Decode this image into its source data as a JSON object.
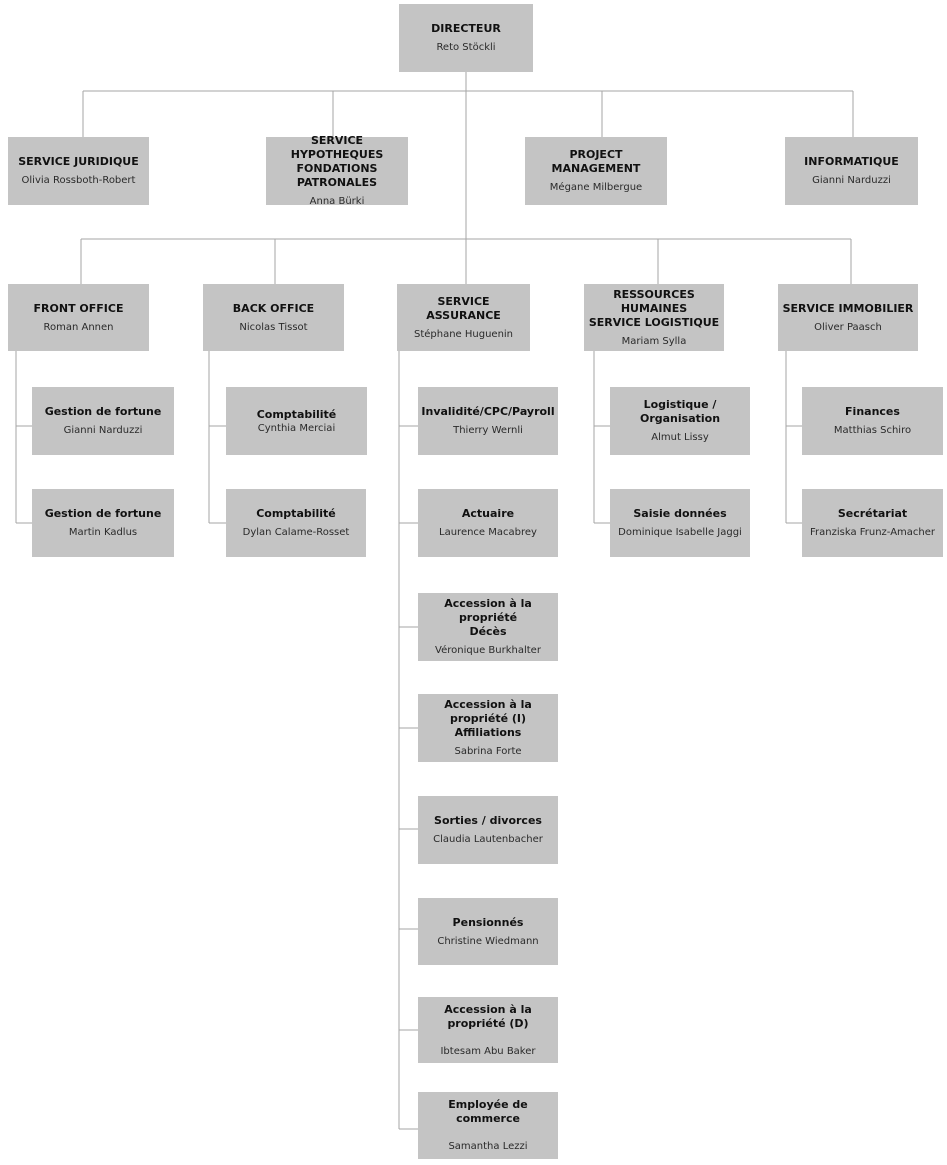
{
  "chart_data": {
    "type": "org-chart",
    "root": {
      "title": "DIRECTEUR",
      "name": "Reto Stöckli"
    },
    "staff_units": [
      {
        "title": "SERVICE JURIDIQUE",
        "name": "Olivia Rossboth-Robert"
      },
      {
        "title": "SERVICE HYPOTHEQUES\nFONDATIONS PATRONALES",
        "name": "Anna Bürki"
      },
      {
        "title": "PROJECT MANAGEMENT",
        "name": "Mégane Milbergue"
      },
      {
        "title": "INFORMATIQUE",
        "name": "Gianni Narduzzi"
      }
    ],
    "departments": [
      {
        "title": "FRONT OFFICE",
        "name": "Roman Annen",
        "children": [
          {
            "title": "Gestion de fortune",
            "name": "Gianni Narduzzi"
          },
          {
            "title": "Gestion de fortune",
            "name": "Martin Kadlus"
          }
        ]
      },
      {
        "title": "BACK OFFICE",
        "name": "Nicolas Tissot",
        "children": [
          {
            "title": "Comptabilité",
            "name": "Cynthia Merciai"
          },
          {
            "title": "Comptabilité",
            "name": "Dylan Calame-Rosset"
          }
        ]
      },
      {
        "title": "SERVICE ASSURANCE",
        "name": "Stéphane Huguenin",
        "children": [
          {
            "title": "Invalidité/CPC/Payroll",
            "name": "Thierry Wernli"
          },
          {
            "title": "Actuaire",
            "name": "Laurence Macabrey"
          },
          {
            "title": "Accession à la propriété\nDécès",
            "name": "Véronique Burkhalter"
          },
          {
            "title": "Accession à la propriété (I)\nAffiliations",
            "name": "Sabrina Forte"
          },
          {
            "title": "Sorties / divorces",
            "name": "Claudia Lautenbacher"
          },
          {
            "title": "Pensionnés",
            "name": "Christine Wiedmann"
          },
          {
            "title": "Accession à la propriété (D)",
            "name": "Ibtesam Abu Baker"
          },
          {
            "title": "Employée de commerce",
            "name": "Samantha Lezzi"
          }
        ]
      },
      {
        "title": "RESSOURCES HUMAINES\nSERVICE LOGISTIQUE",
        "name": "Mariam Sylla",
        "children": [
          {
            "title": "Logistique / Organisation",
            "name": "Almut Lissy"
          },
          {
            "title": "Saisie données",
            "name": "Dominique Isabelle Jaggi"
          }
        ]
      },
      {
        "title": "SERVICE IMMOBILIER",
        "name": "Oliver Paasch",
        "children": [
          {
            "title": "Finances",
            "name": "Matthias Schiro"
          },
          {
            "title": "Secrétariat",
            "name": "Franziska Frunz-Amacher"
          }
        ]
      }
    ]
  }
}
